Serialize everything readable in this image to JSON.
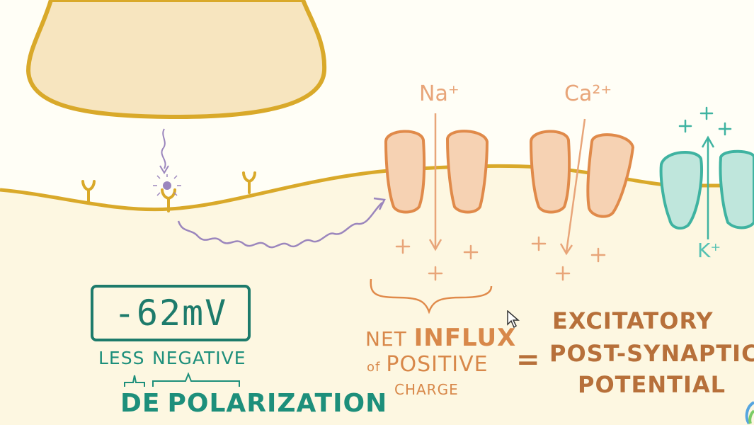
{
  "ions": {
    "sodium": "Na⁺",
    "calcium": "Ca²⁺",
    "potassium": "K⁺"
  },
  "membrane_potential": "-62mV",
  "annotations": {
    "less": "LESS",
    "negative": "NEGATIVE",
    "de": "DE",
    "polarization": "POLARIZATION"
  },
  "caption": {
    "net": "NET",
    "influx": "INFLUX",
    "of": "of",
    "positive": "POSITIVE",
    "charge": "CHARGE",
    "equals": "=",
    "result_line1": "EXCITATORY",
    "result_line2": "POST-SYNAPTIC",
    "result_line3": "POTENTIAL"
  },
  "colors": {
    "membrane": "#d9a92a",
    "presynaptic_fill": "#f7e5bf",
    "cation_channel": "#f6d2b3",
    "cation_channel_outline": "#e08a4a",
    "potassium_channel": "#bfe6dc",
    "potassium_channel_outline": "#3fb3a1",
    "depolarization_text": "#1d8f7b",
    "neurotransmitter": "#9b86bd"
  }
}
